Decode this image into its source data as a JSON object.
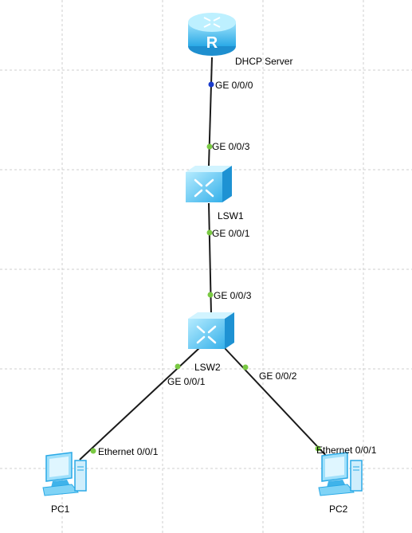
{
  "devices": {
    "router": {
      "name": "DHCP Server",
      "icon": "router-icon",
      "glyph": "R"
    },
    "lsw1": {
      "name": "LSW1",
      "icon": "switch-icon"
    },
    "lsw2": {
      "name": "LSW2",
      "icon": "switch-icon"
    },
    "pc1": {
      "name": "PC1",
      "icon": "pc-icon"
    },
    "pc2": {
      "name": "PC2",
      "icon": "pc-icon"
    }
  },
  "links": [
    {
      "from": "DHCP Server",
      "from_port": "GE 0/0/0",
      "to": "LSW1",
      "to_port": "GE 0/0/3"
    },
    {
      "from": "LSW1",
      "from_port": "GE 0/0/1",
      "to": "LSW2",
      "to_port": "GE 0/0/3"
    },
    {
      "from": "LSW2",
      "from_port": "GE 0/0/1",
      "to": "PC1",
      "to_port": "Ethernet 0/0/1"
    },
    {
      "from": "LSW2",
      "from_port": "GE 0/0/2",
      "to": "PC2",
      "to_port": "Ethernet 0/0/1"
    }
  ],
  "colors": {
    "device": "#5cc8f0",
    "device_dark": "#1f9ad8",
    "port_up": "#7ac943",
    "port_router": "#1a3ccc",
    "link": "#1a1a1a",
    "grid": "#cfcfcf"
  }
}
